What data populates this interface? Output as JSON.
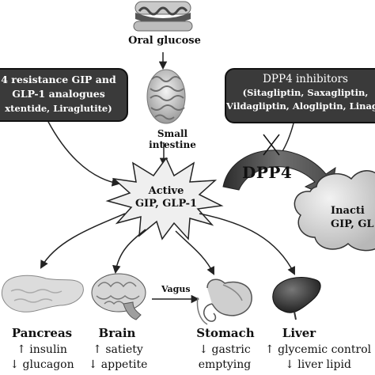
{
  "top": {
    "oral_glucose": "Oral glucose",
    "small_intestine": "Small intestine"
  },
  "left_box": {
    "line1": "4 resistance GIP and",
    "line2": "GLP-1 analogues",
    "line3": "xtentide, Liraglutite)"
  },
  "right_box": {
    "title": "DPP4 inhibitors",
    "line1": "(Sitagliptin, Saxagliptin,",
    "line2": "Vildagliptin, Alogliptin, Linagli"
  },
  "center": {
    "line1": "Active",
    "line2": "GIP, GLP-1"
  },
  "dpp4_label": "DPP4",
  "inactive": {
    "line1": "Inacti",
    "line2": "GIP, GL"
  },
  "vagus_label": "Vagus",
  "organs": [
    {
      "name": "Pancreas",
      "effects": [
        "↑ insulin",
        "↓ glucagon"
      ]
    },
    {
      "name": "Brain",
      "effects": [
        "↑ satiety",
        "↓ appetite"
      ]
    },
    {
      "name": "Stomach",
      "effects": [
        "↓ gastric",
        "emptying"
      ]
    },
    {
      "name": "Liver",
      "effects": [
        "↑ glycemic control",
        "↓ liver lipid"
      ]
    }
  ]
}
